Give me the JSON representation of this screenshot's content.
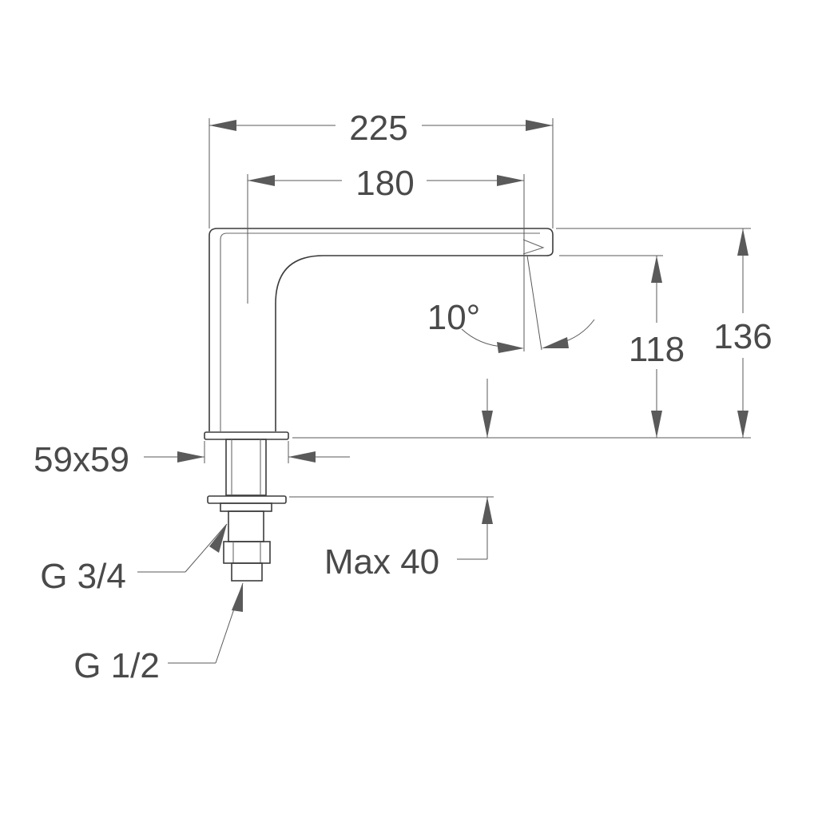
{
  "drawing": {
    "subject": "spout-technical-drawing",
    "line_color": "#3c3c3c",
    "text_color": "#4a4a4a",
    "background": "#ffffff"
  },
  "dimensions": {
    "overall_length": "225",
    "reach": "180",
    "spout_angle": "10°",
    "outlet_height": "118",
    "total_height": "136",
    "base_size": "59x59",
    "inlet_thread": "G 3/4",
    "outlet_thread": "G 1/2",
    "max_thickness": "Max 40"
  }
}
